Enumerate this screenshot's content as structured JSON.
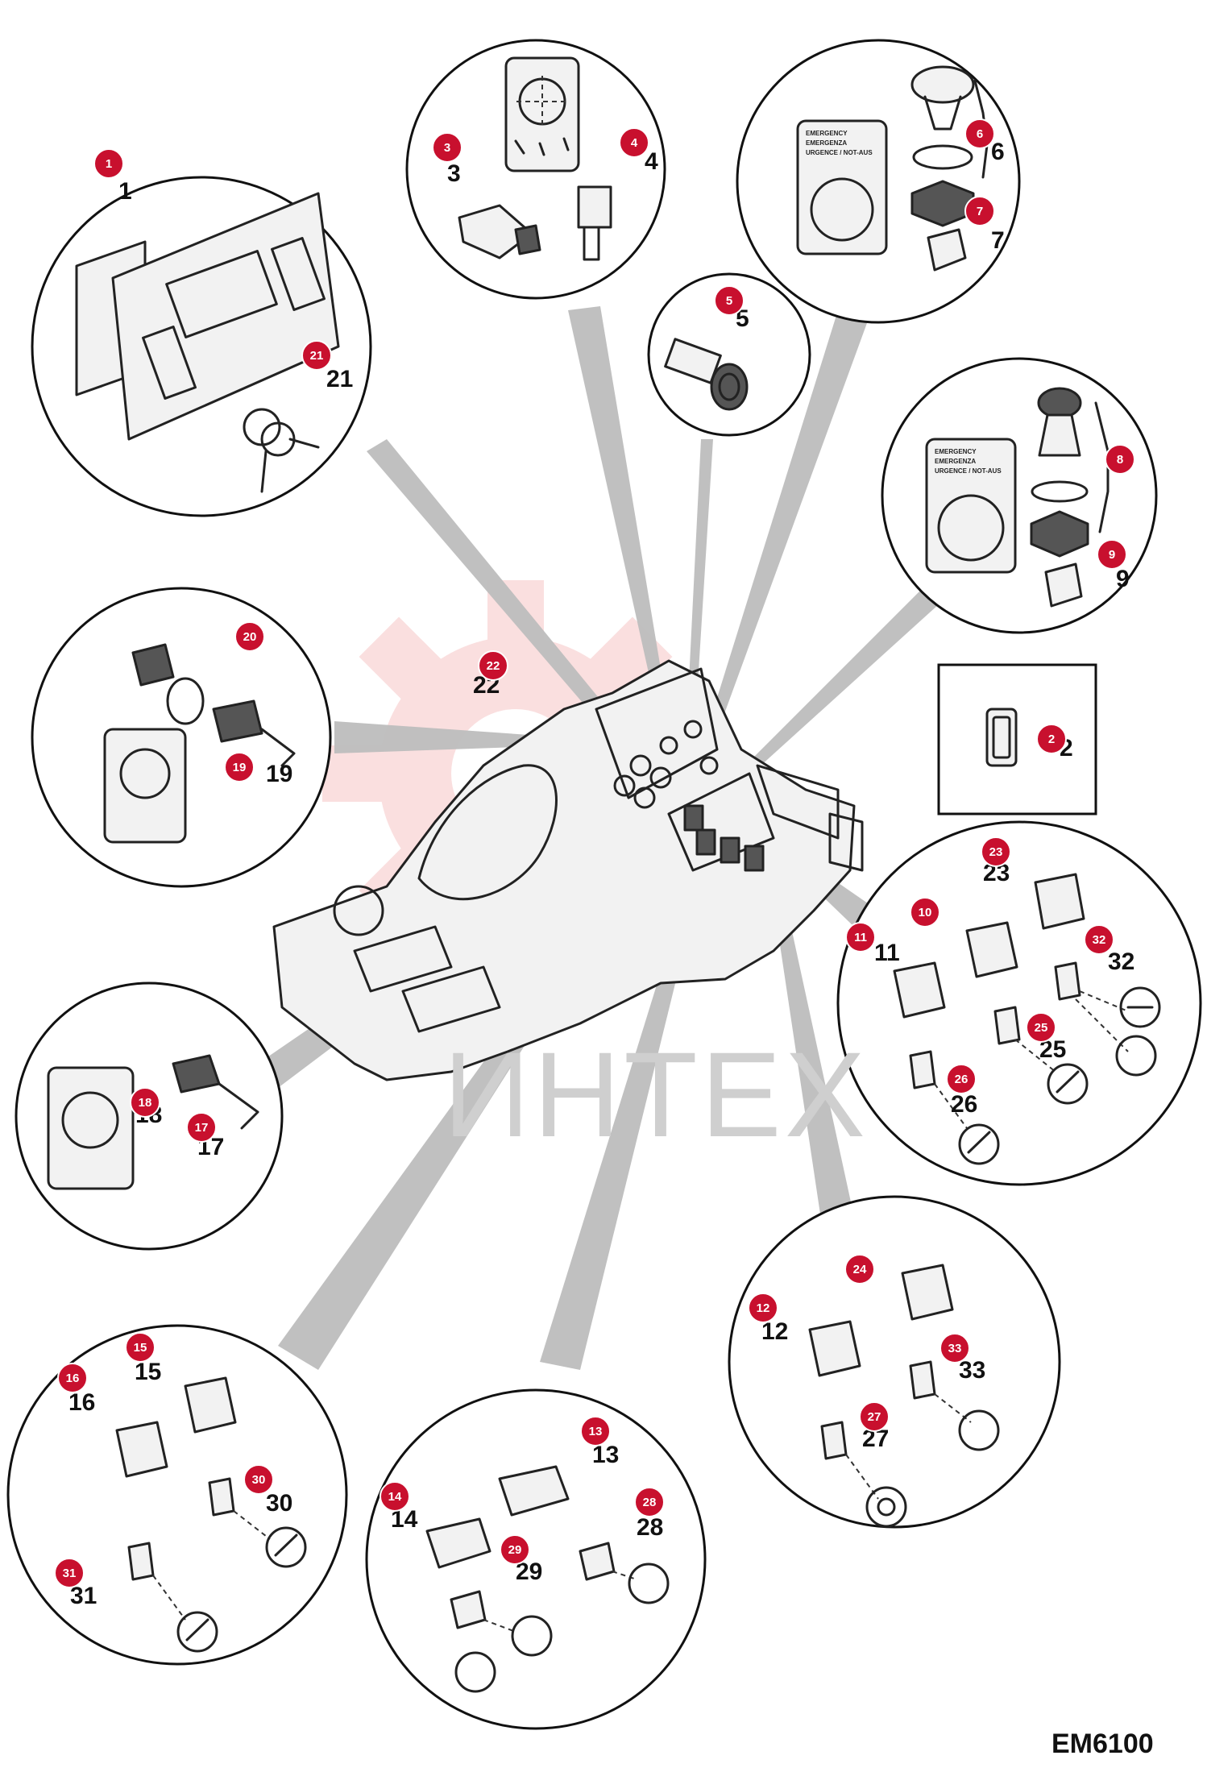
{
  "diagram": {
    "code": "EM6100",
    "watermark": "ИНТЕХ",
    "badges": [
      "1",
      "2",
      "3",
      "4",
      "5",
      "6",
      "7",
      "8",
      "9",
      "10",
      "11",
      "12",
      "13",
      "14",
      "15",
      "16",
      "17",
      "18",
      "19",
      "20",
      "21",
      "22",
      "23",
      "24",
      "25",
      "26",
      "27",
      "28",
      "29",
      "30",
      "31",
      "32",
      "33"
    ],
    "part_labels": [
      "1",
      "2",
      "3",
      "4",
      "5",
      "6",
      "7",
      "9",
      "11",
      "12",
      "13",
      "14",
      "15",
      "16",
      "17",
      "18",
      "19",
      "21",
      "22",
      "23",
      "25",
      "26",
      "27",
      "28",
      "29",
      "30",
      "31",
      "32",
      "33"
    ],
    "panel_text": {
      "emergency_line1": "EMERGENCY",
      "emergency_line2": "EMERGENZA",
      "emergency_line3": "URGENCE / NOT-AUS"
    },
    "colors": {
      "badge": "#c8102e",
      "pointer": "#bdbdbd",
      "watermark": "#f6c9c9",
      "outline": "#111111"
    },
    "icons": [
      "key-icon",
      "cigarette-lighter-icon",
      "rocker-switch-icon",
      "toggle-switch-icon",
      "pedal-symbol-icon",
      "axle-symbol-icon",
      "light-symbol-icon",
      "emergency-stop-button-icon"
    ]
  }
}
